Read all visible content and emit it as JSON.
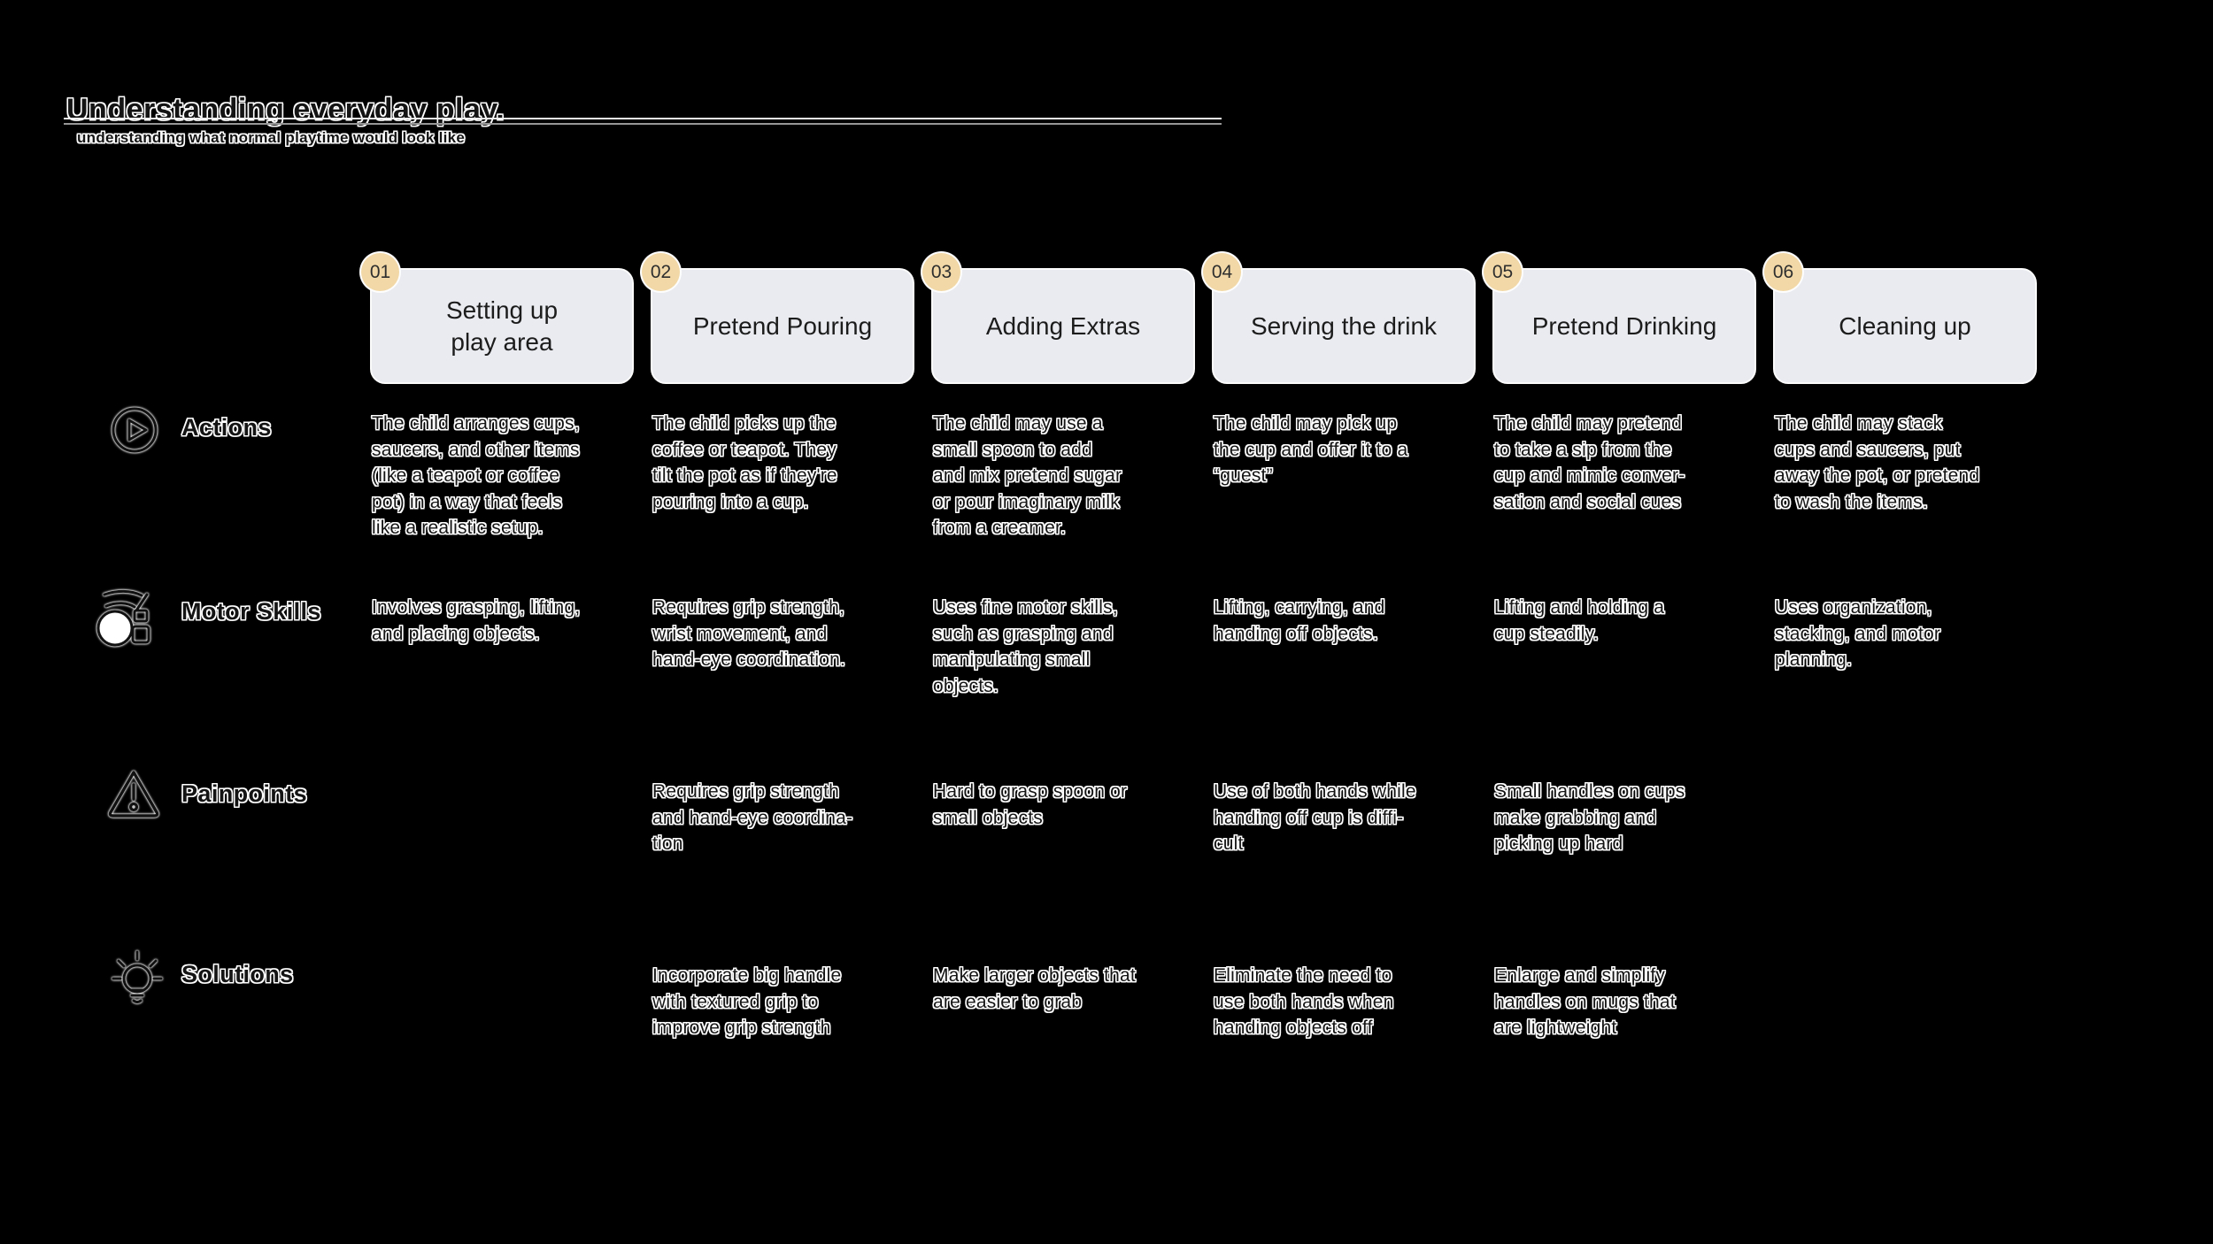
{
  "colors": {
    "background": "#000000",
    "card_background": "#e9ebf1",
    "badge_background": "#f1d8a6",
    "ink": "#141414",
    "halo": "#ffffff"
  },
  "header": {
    "title": "Understanding everyday play.",
    "subtitle": "understanding what normal playtime would look like"
  },
  "stages": [
    {
      "number": "01",
      "title": "Setting up\nplay area"
    },
    {
      "number": "02",
      "title": "Pretend Pouring"
    },
    {
      "number": "03",
      "title": "Adding Extras"
    },
    {
      "number": "04",
      "title": "Serving the drink"
    },
    {
      "number": "05",
      "title": "Pretend Drinking"
    },
    {
      "number": "06",
      "title": "Cleaning up"
    }
  ],
  "rows": [
    {
      "label": "Actions",
      "icon": "play-circle-icon",
      "cells": [
        "The child arranges cups,\nsaucers, and other items\n(like a teapot or coffee\npot) in a way that feels\nlike a realistic setup.",
        "The child picks up the\ncoffee or teapot. They\ntilt the pot as if they're\npouring into a cup.",
        "The child may use a\nsmall spoon to add\nand mix pretend sugar\nor pour imaginary milk\nfrom a creamer.",
        "The child may pick up\nthe cup and offer it to a\n“guest”",
        "The child may pretend\nto take a sip from the\ncup and mimic conver-\nsation and social cues",
        "The child may stack\ncups and saucers, put\naway the pot, or pretend\nto wash the items."
      ]
    },
    {
      "label": "Motor Skills",
      "icon": "grasping-hand-icon",
      "cells": [
        "Involves grasping, lifting,\nand placing objects.",
        "Requires grip strength,\nwrist movement, and\nhand-eye coordination.",
        "Uses fine motor skills,\nsuch as grasping and\nmanipulating small\nobjects.",
        "Lifting, carrying, and\nhanding off objects.",
        "Lifting and holding a\ncup steadily.",
        "Uses organization,\nstacking, and motor\nplanning."
      ]
    },
    {
      "label": "Painpoints",
      "icon": "warning-triangle-icon",
      "cells": [
        "",
        "Requires grip strength\nand hand-eye coordina-\ntion",
        "Hard to grasp spoon or\nsmall objects",
        "Use of both hands while\nhanding off cup is diffi-\ncult",
        "Small handles on cups\nmake grabbing and\npicking up hard",
        ""
      ]
    },
    {
      "label": "Solutions",
      "icon": "lightbulb-icon",
      "cells": [
        "",
        "Incorporate big handle\nwith textured grip to\nimprove grip strength",
        "Make larger objects that\nare easier to grab",
        "Eliminate the need to\nuse both hands when\nhanding objects off",
        "Enlarge and simplify\nhandles on mugs that\nare lightweight",
        ""
      ]
    }
  ]
}
